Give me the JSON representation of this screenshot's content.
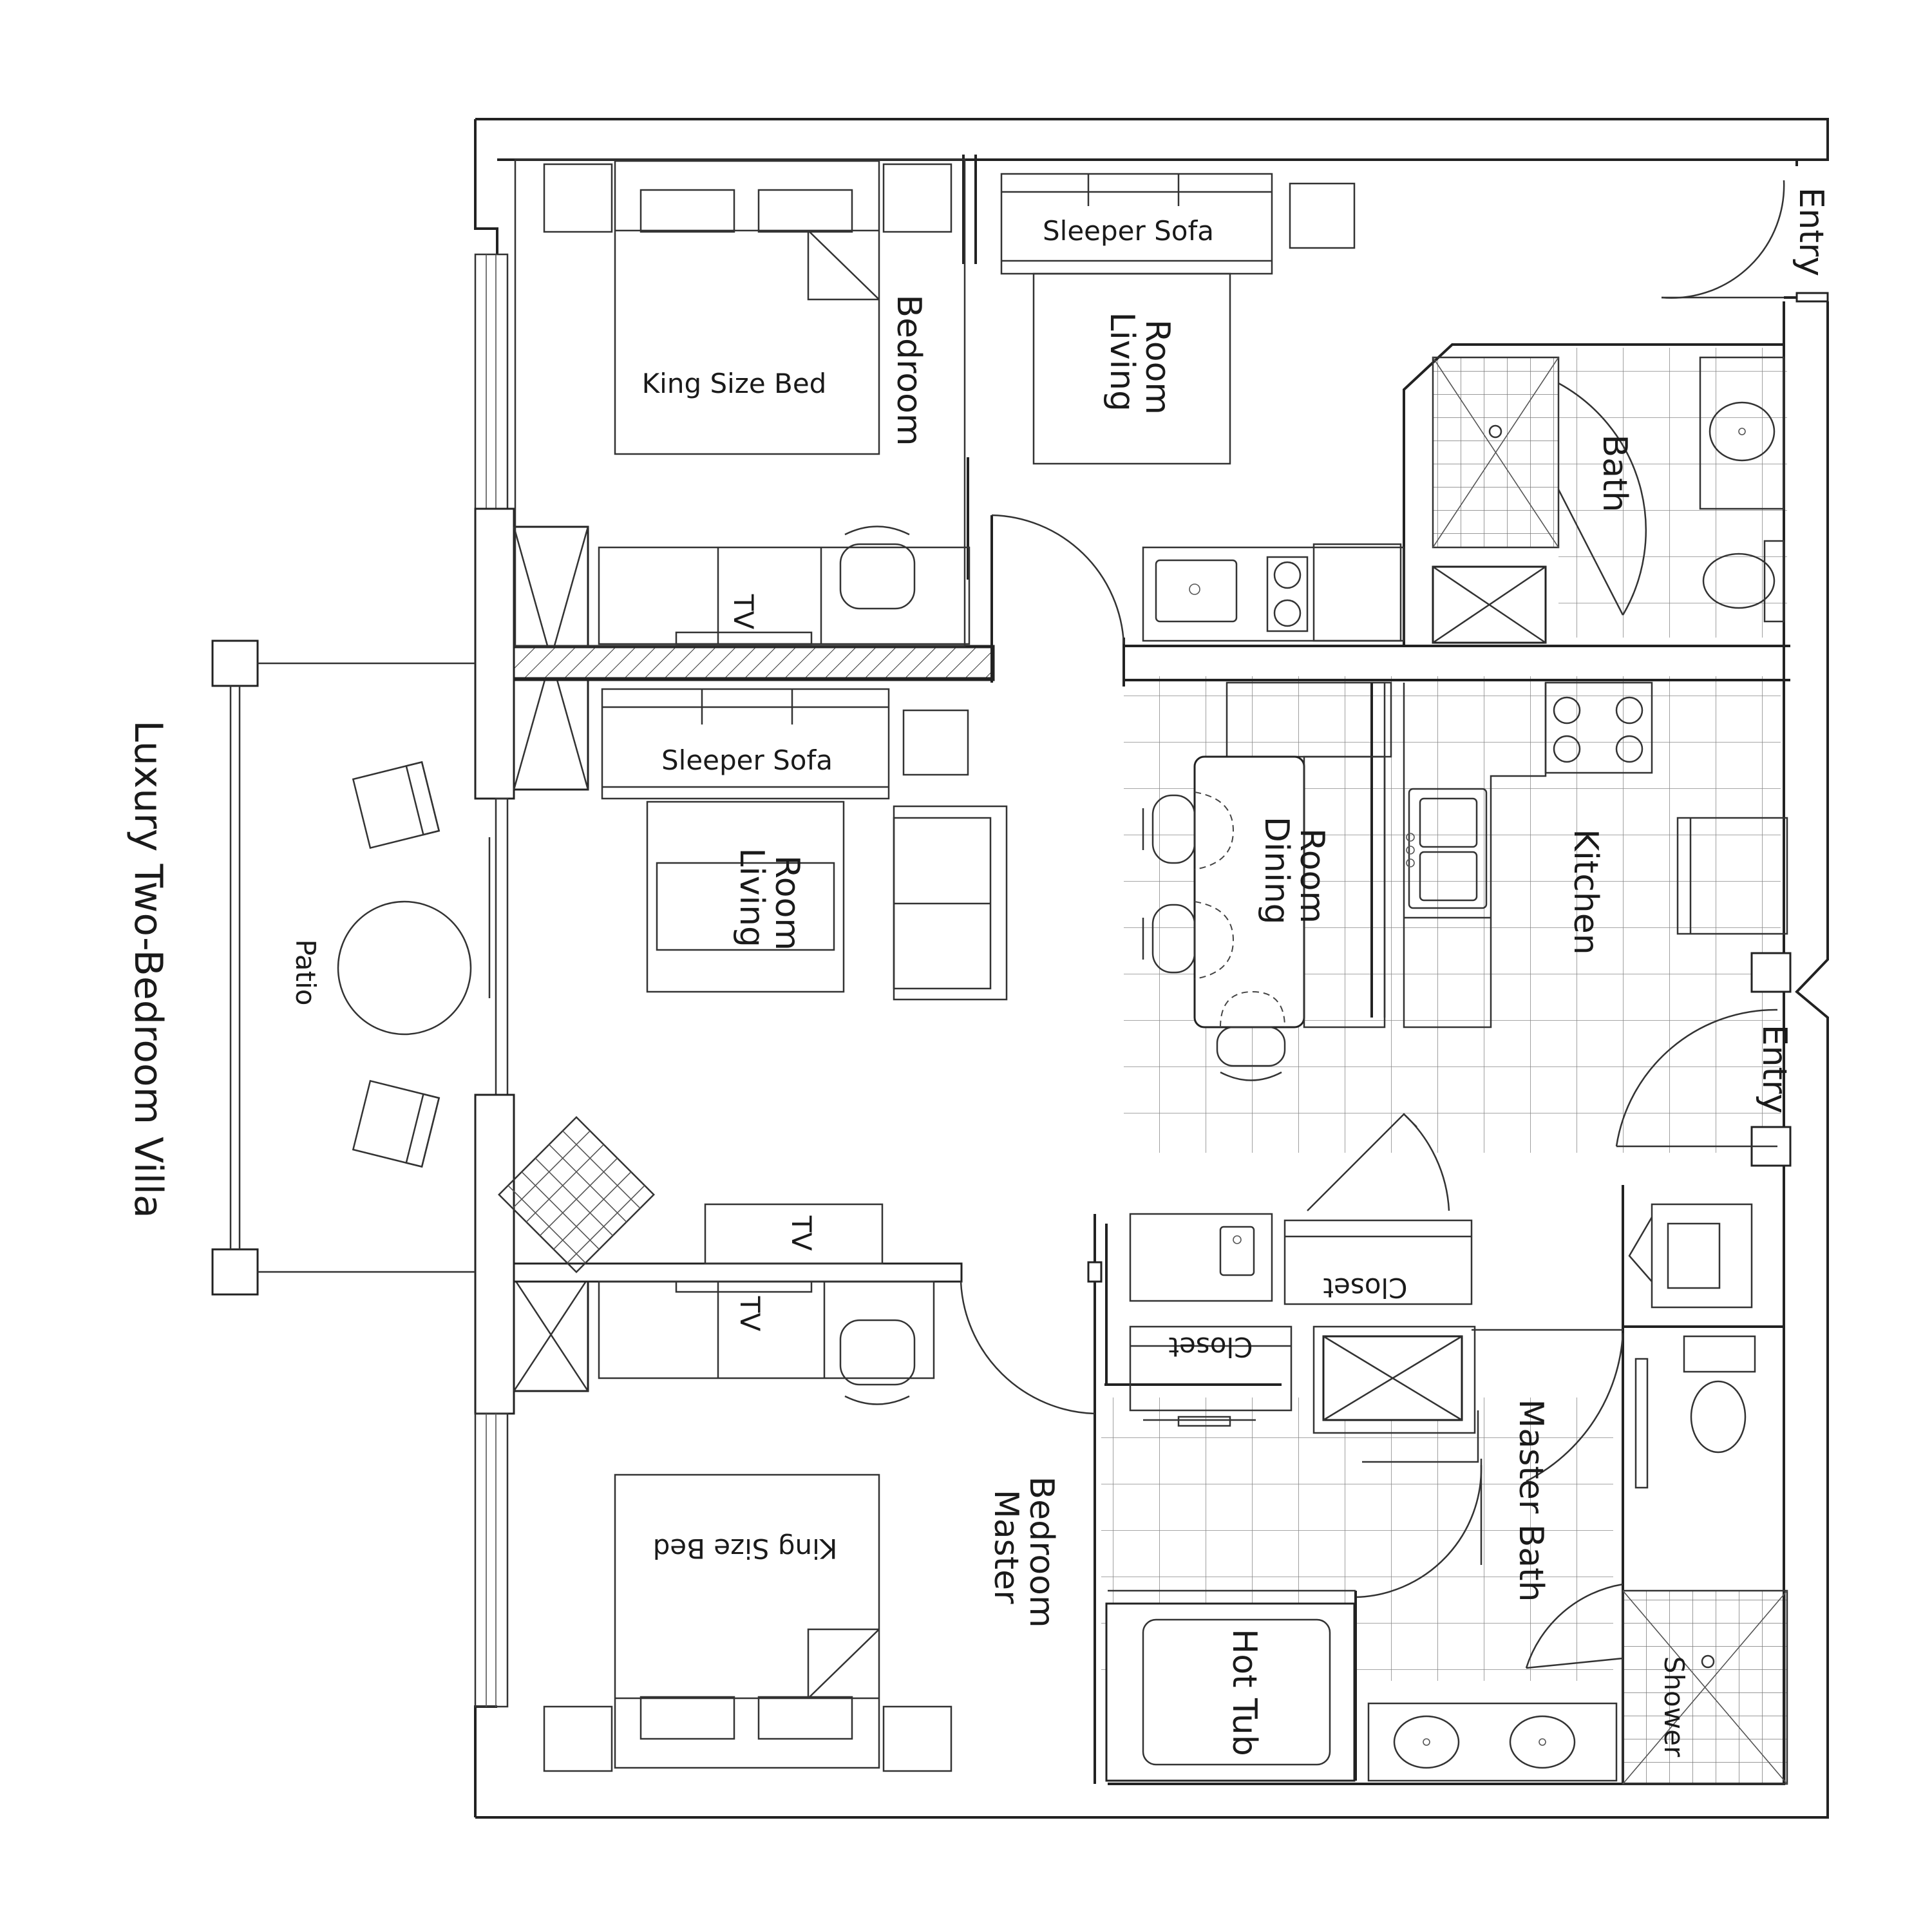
{
  "title": "Luxury Two-Bedroom Villa",
  "rooms": {
    "bedroom": "Bedroom",
    "living_room_upper": [
      "Living",
      "Room"
    ],
    "living_room_center": [
      "Living",
      "Room"
    ],
    "dining_room": [
      "Dining",
      "Room"
    ],
    "kitchen": "Kitchen",
    "bath": "Bath",
    "master_bedroom": [
      "Master",
      "Bedroom"
    ],
    "master_bath": "Master Bath",
    "patio": "Patio",
    "entry_top": "Entry",
    "entry_side": "Entry",
    "shower": "Shower"
  },
  "furniture": {
    "king_bed_upper": "King Size Bed",
    "king_bed_lower": "King Size Bed",
    "sleeper_sofa_upper": "Sleeper Sofa",
    "sleeper_sofa_center": "Sleeper Sofa",
    "tv_upper": "TV",
    "tv_center": "TV",
    "tv_lower": "TV",
    "closet_right": "Closet",
    "closet_left": "Closet",
    "hot_tub": "Hot Tub"
  }
}
